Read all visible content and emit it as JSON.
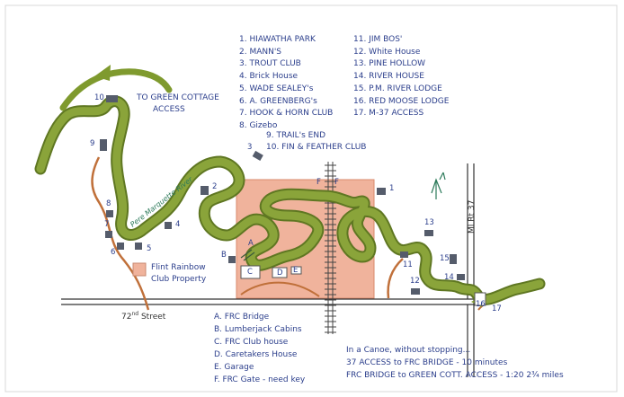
{
  "numbered_legend": {
    "left_column": [
      "1.  HIAWATHA PARK",
      "2.  MANN'S",
      "3.  TROUT CLUB",
      "4.  Brick House",
      "5.  WADE SEALEY's",
      "6.  A. GREENBERG's",
      "7.  HOOK & HORN CLUB",
      "8.  Gizebo"
    ],
    "right_column": [
      "11. JIM BOS'",
      "12. White House",
      "13. PINE HOLLOW",
      "14. RIVER HOUSE",
      "15. P.M. RIVER LODGE",
      "16. RED MOOSE LODGE",
      "17.  M-37 ACCESS"
    ],
    "extra": [
      "9.  TRAIL's END",
      "10. FIN & FEATHER CLUB"
    ]
  },
  "lettered_legend": [
    "A. FRC Bridge",
    "B. Lumberjack Cabins",
    "C. FRC Club house",
    "D.  Caretakers House",
    "E.  Garage",
    "F.  FRC Gate - need key"
  ],
  "canoe_note": {
    "line1": "In a Canoe, without stopping...",
    "line2": "37 ACCESS to FRC BRIDGE - 10 minutes",
    "line3": "FRC BRIDGE to GREEN COTT. ACCESS - 1:20  2¾ miles"
  },
  "labels": {
    "green_cottage_line1": "TO GREEN COTTAGE",
    "green_cottage_line2": "ACCESS",
    "street": "72nd Street",
    "street_num": "72",
    "street_suffix": "nd",
    "street_word": "Street",
    "road": "MI Rt 37",
    "river": "Pere Marquette River",
    "property_line1": "Flint Rainbow",
    "property_line2": "Club Property"
  },
  "markers": {
    "numbers": [
      "1",
      "2",
      "3",
      "4",
      "5",
      "6",
      "7",
      "8",
      "9",
      "10",
      "11",
      "12",
      "13",
      "14",
      "15",
      "16",
      "17"
    ],
    "letters": [
      "A",
      "B",
      "C",
      "D",
      "E",
      "F",
      "F"
    ]
  },
  "colors": {
    "ink": "#2c3f8c",
    "river": "#7f9a2e",
    "property": "#f0b39c",
    "road": "#333333",
    "trail": "#c0703a",
    "building": "#555c6b"
  }
}
